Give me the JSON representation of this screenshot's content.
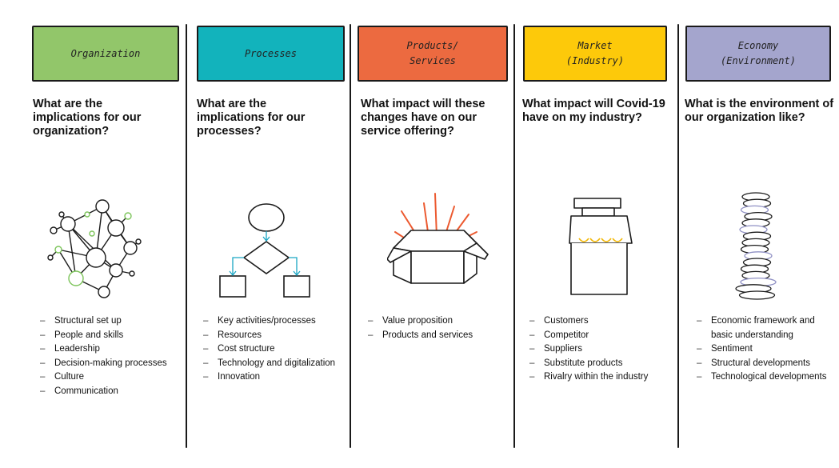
{
  "columns": [
    {
      "header_lines": [
        "Organization"
      ],
      "color": "#92c66a",
      "question": "What are the implications for our organization?",
      "icon": "network-icon",
      "items": [
        "Structural set up",
        "People and skills",
        "Leadership",
        "Decision-making processes",
        "Culture",
        "Communication"
      ]
    },
    {
      "header_lines": [
        "Processes"
      ],
      "color": "#12b3bc",
      "question": "What are the implications for our processes?",
      "icon": "flowchart-icon",
      "items": [
        "Key activities/processes",
        "Resources",
        "Cost structure",
        "Technology and digitalization",
        "Innovation"
      ]
    },
    {
      "header_lines": [
        "Products/",
        "Services"
      ],
      "color": "#ec6a40",
      "question": "What impact will these changes have on our service offering?",
      "icon": "open-box-icon",
      "items": [
        "Value proposition",
        "Products and services"
      ]
    },
    {
      "header_lines": [
        "Market",
        "(Industry)"
      ],
      "color": "#fdc90a",
      "question": "What impact will Covid-19 have on my industry?",
      "icon": "shop-icon",
      "items": [
        "Customers",
        "Competitor",
        "Suppliers",
        "Substitute products",
        "Rivalry within the industry"
      ]
    },
    {
      "header_lines": [
        "Economy",
        "(Environment)"
      ],
      "color": "#a4a5cd",
      "question": "What is the environment of our organization like?",
      "icon": "coin-stack-icon",
      "items": [
        "Economic framework and basic understanding",
        "Sentiment",
        "Structural developments",
        "Technological developments"
      ]
    }
  ]
}
